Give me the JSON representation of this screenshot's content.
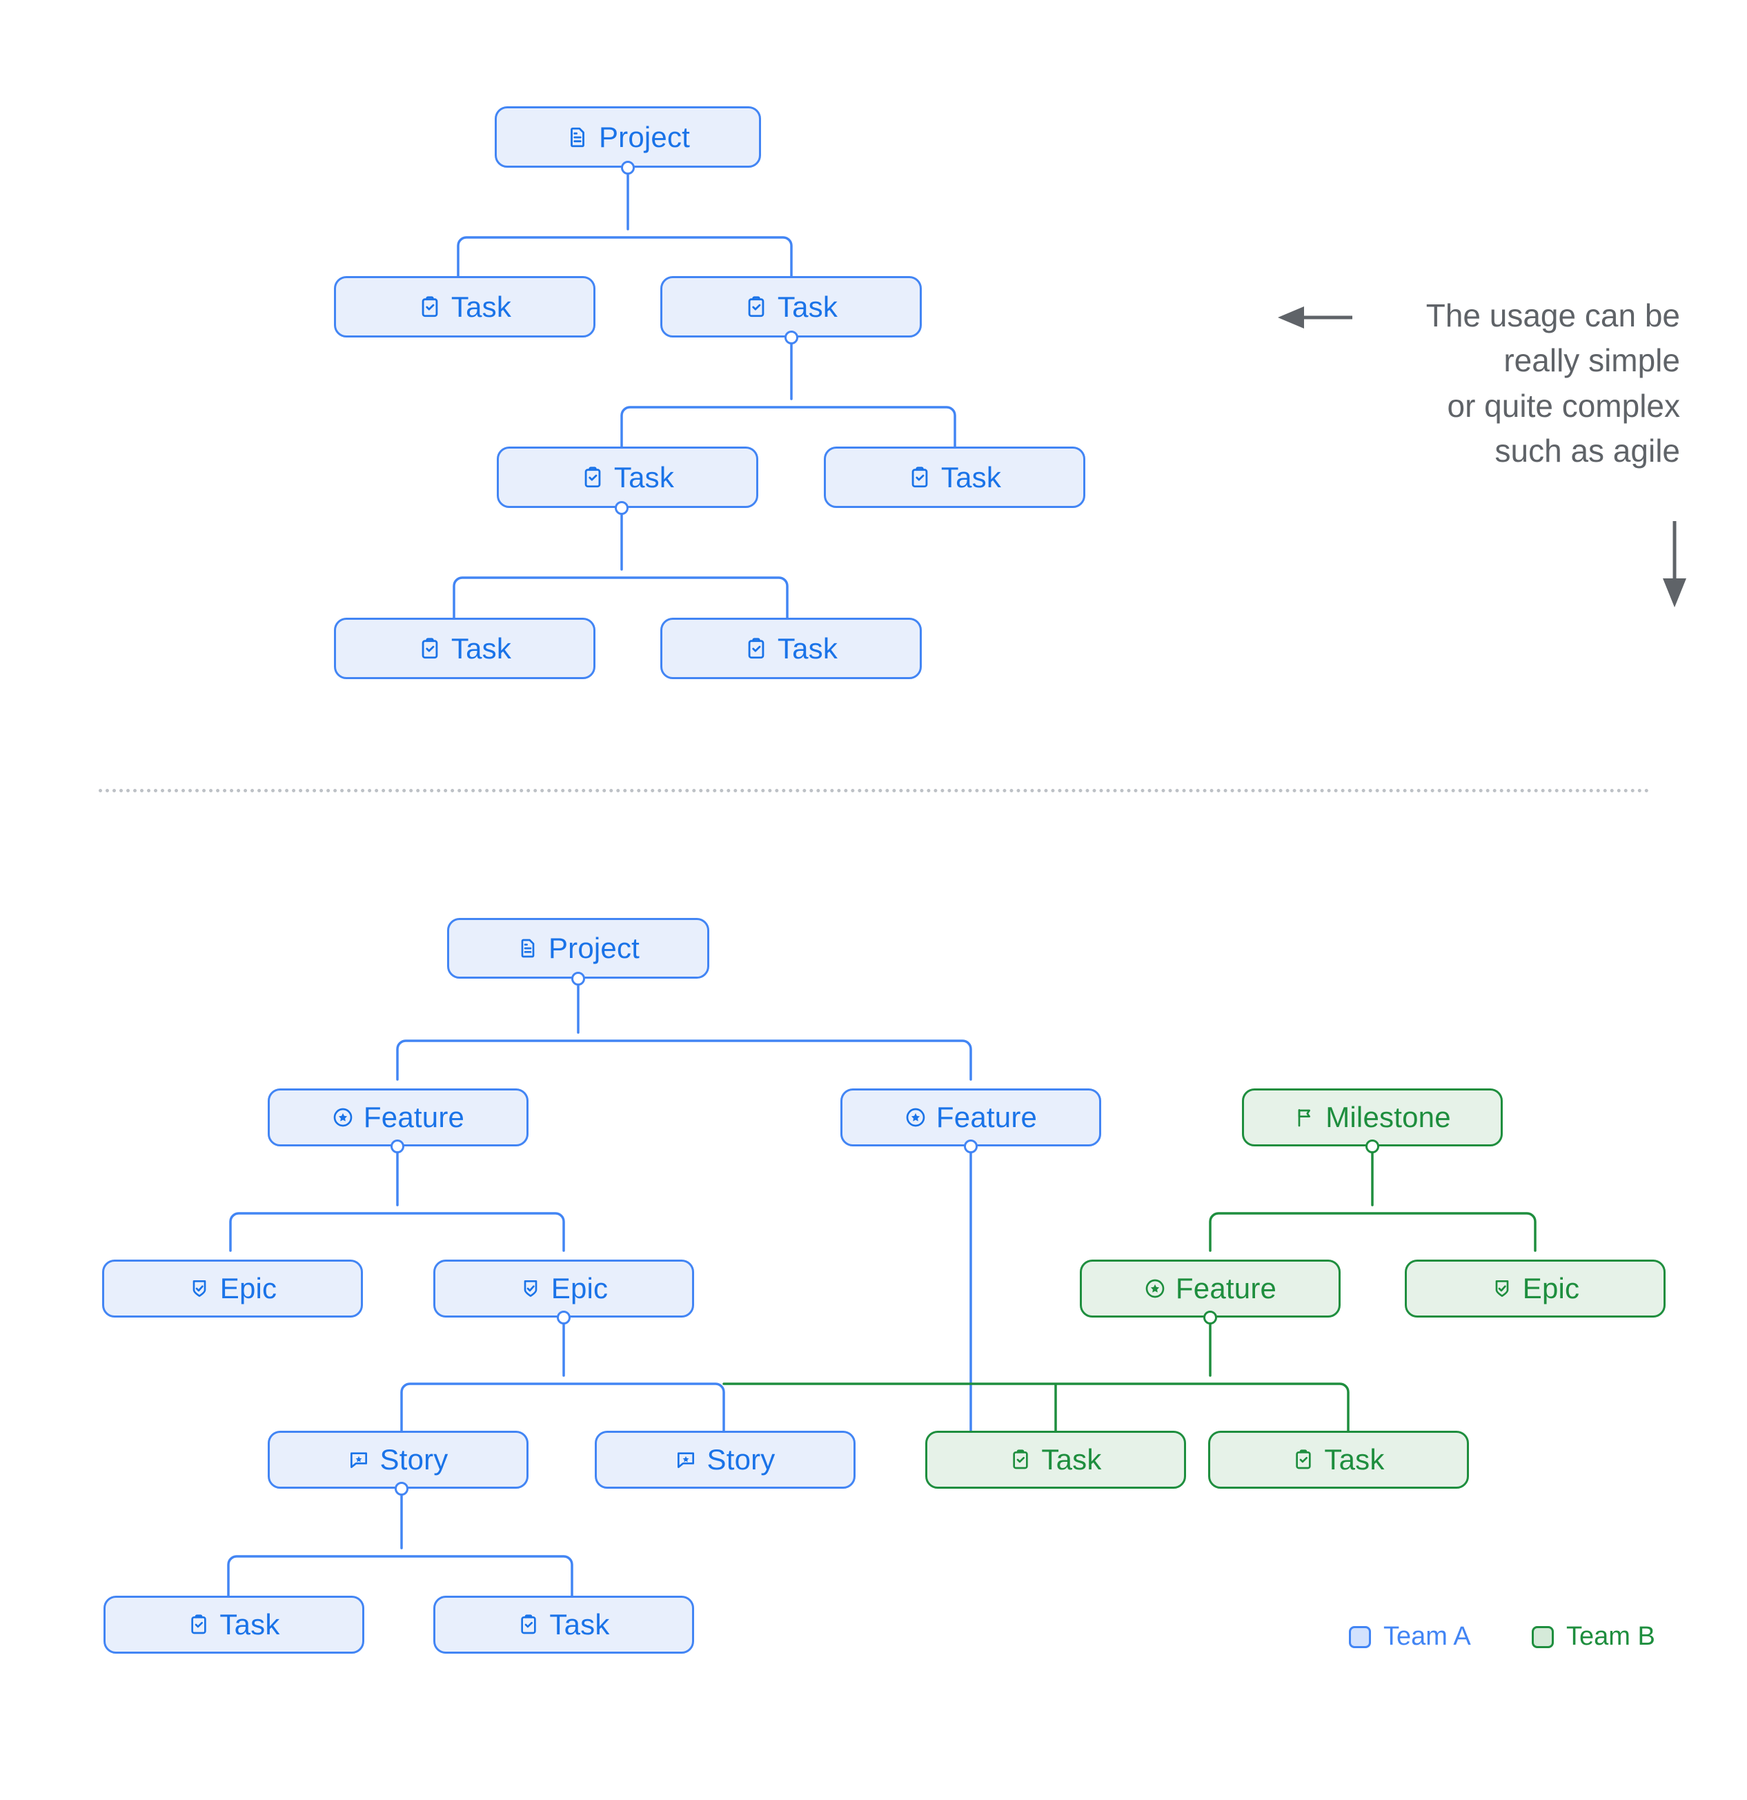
{
  "theme": {
    "blue_fill": "#e8effc",
    "blue_stroke": "#4285f4",
    "blue_text": "#1a73e8",
    "green_fill": "#e6f2e8",
    "green_stroke": "#1e8e3e",
    "green_text": "#1e8e3e",
    "annotation_color": "#5f6368",
    "divider_color": "#bdc1c6",
    "background": "#ffffff"
  },
  "annotation": {
    "line1": "The usage can be",
    "line2": "really simple",
    "line3": "or quite complex",
    "line4": "such as agile",
    "left_arrow_icon": "arrow-left-icon",
    "down_arrow_icon": "arrow-down-icon"
  },
  "legend": {
    "team_a": "Team A",
    "team_b": "Team B"
  },
  "diagram_simple": {
    "nodes": [
      {
        "id": "s-project",
        "label": "Project",
        "icon": "document-icon",
        "team": "blue"
      },
      {
        "id": "s-task-1",
        "label": "Task",
        "icon": "clipboard-check-icon",
        "team": "blue"
      },
      {
        "id": "s-task-2",
        "label": "Task",
        "icon": "clipboard-check-icon",
        "team": "blue"
      },
      {
        "id": "s-task-3",
        "label": "Task",
        "icon": "clipboard-check-icon",
        "team": "blue"
      },
      {
        "id": "s-task-4",
        "label": "Task",
        "icon": "clipboard-check-icon",
        "team": "blue"
      },
      {
        "id": "s-task-5",
        "label": "Task",
        "icon": "clipboard-check-icon",
        "team": "blue"
      },
      {
        "id": "s-task-6",
        "label": "Task",
        "icon": "clipboard-check-icon",
        "team": "blue"
      }
    ]
  },
  "diagram_complex": {
    "nodes": [
      {
        "id": "c-project",
        "label": "Project",
        "icon": "document-icon",
        "team": "blue"
      },
      {
        "id": "c-feature-1",
        "label": "Feature",
        "icon": "star-circle-icon",
        "team": "blue"
      },
      {
        "id": "c-feature-2",
        "label": "Feature",
        "icon": "star-circle-icon",
        "team": "blue"
      },
      {
        "id": "c-milestone",
        "label": "Milestone",
        "icon": "flag-icon",
        "team": "green"
      },
      {
        "id": "c-epic-1",
        "label": "Epic",
        "icon": "shield-check-icon",
        "team": "blue"
      },
      {
        "id": "c-epic-2",
        "label": "Epic",
        "icon": "shield-check-icon",
        "team": "blue"
      },
      {
        "id": "c-feature-3",
        "label": "Feature",
        "icon": "star-circle-icon",
        "team": "green"
      },
      {
        "id": "c-epic-3",
        "label": "Epic",
        "icon": "shield-check-icon",
        "team": "green"
      },
      {
        "id": "c-story-1",
        "label": "Story",
        "icon": "comment-star-icon",
        "team": "blue"
      },
      {
        "id": "c-story-2",
        "label": "Story",
        "icon": "comment-star-icon",
        "team": "blue"
      },
      {
        "id": "c-task-g1",
        "label": "Task",
        "icon": "clipboard-check-icon",
        "team": "green"
      },
      {
        "id": "c-task-g2",
        "label": "Task",
        "icon": "clipboard-check-icon",
        "team": "green"
      },
      {
        "id": "c-task-b1",
        "label": "Task",
        "icon": "clipboard-check-icon",
        "team": "blue"
      },
      {
        "id": "c-task-b2",
        "label": "Task",
        "icon": "clipboard-check-icon",
        "team": "blue"
      }
    ]
  }
}
